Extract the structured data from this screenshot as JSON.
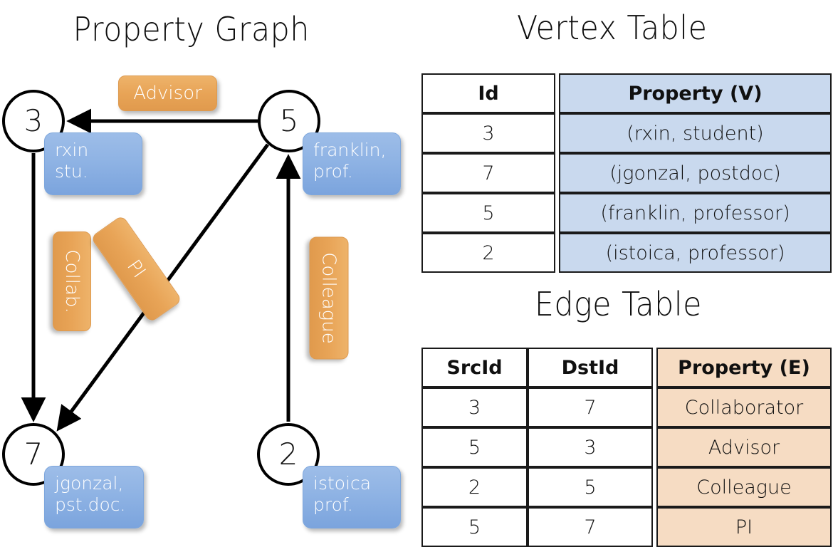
{
  "titles": {
    "graph": "Property Graph",
    "vertex_table": "Vertex Table",
    "edge_table": "Edge Table"
  },
  "colors": {
    "vertex_property_fill": "#c9d9ee",
    "edge_property_fill": "#f6dcc3",
    "vertex_callout_fill": "#8fb3e4",
    "edge_label_fill": "#e8a457",
    "stroke": "#000000",
    "background": "#ffffff"
  },
  "graph": {
    "nodes": [
      {
        "id": "3",
        "label": "3",
        "property_lines": "rxin\nstu."
      },
      {
        "id": "5",
        "label": "5",
        "property_lines": "franklin,\nprof."
      },
      {
        "id": "7",
        "label": "7",
        "property_lines": "jgonzal,\npst.doc."
      },
      {
        "id": "2",
        "label": "2",
        "property_lines": "istoica\nprof."
      }
    ],
    "edges": [
      {
        "src": "5",
        "dst": "3",
        "label": "Advisor"
      },
      {
        "src": "3",
        "dst": "7",
        "label": "Collab."
      },
      {
        "src": "5",
        "dst": "7",
        "label": "PI"
      },
      {
        "src": "2",
        "dst": "5",
        "label": "Colleague"
      }
    ]
  },
  "vertex_table": {
    "columns": [
      "Id",
      "Property (V)"
    ],
    "rows": [
      {
        "id": "3",
        "property": "(rxin, student)"
      },
      {
        "id": "7",
        "property": "(jgonzal, postdoc)"
      },
      {
        "id": "5",
        "property": "(franklin, professor)"
      },
      {
        "id": "2",
        "property": "(istoica, professor)"
      }
    ]
  },
  "edge_table": {
    "columns": [
      "SrcId",
      "DstId",
      "Property (E)"
    ],
    "rows": [
      {
        "src": "3",
        "dst": "7",
        "property": "Collaborator"
      },
      {
        "src": "5",
        "dst": "3",
        "property": "Advisor"
      },
      {
        "src": "2",
        "dst": "5",
        "property": "Colleague"
      },
      {
        "src": "5",
        "dst": "7",
        "property": "PI"
      }
    ]
  }
}
